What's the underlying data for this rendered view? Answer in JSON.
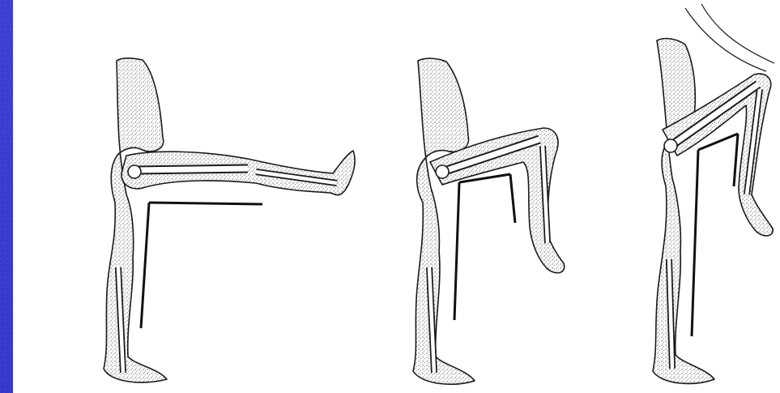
{
  "slide": {
    "background_color": "#3b3bd0",
    "background_accent_color": "#5a5af0",
    "panel_color": "#ffffff"
  },
  "illustration": {
    "figures": [
      {
        "id": "leg-extended",
        "icon": "leg-extension-figure"
      },
      {
        "id": "knee-flexed",
        "icon": "knee-flexion-figure"
      },
      {
        "id": "hip-raised",
        "icon": "hip-flexion-figure"
      }
    ],
    "line_color": "#1a1a1a",
    "stipple_color": "#555555"
  }
}
